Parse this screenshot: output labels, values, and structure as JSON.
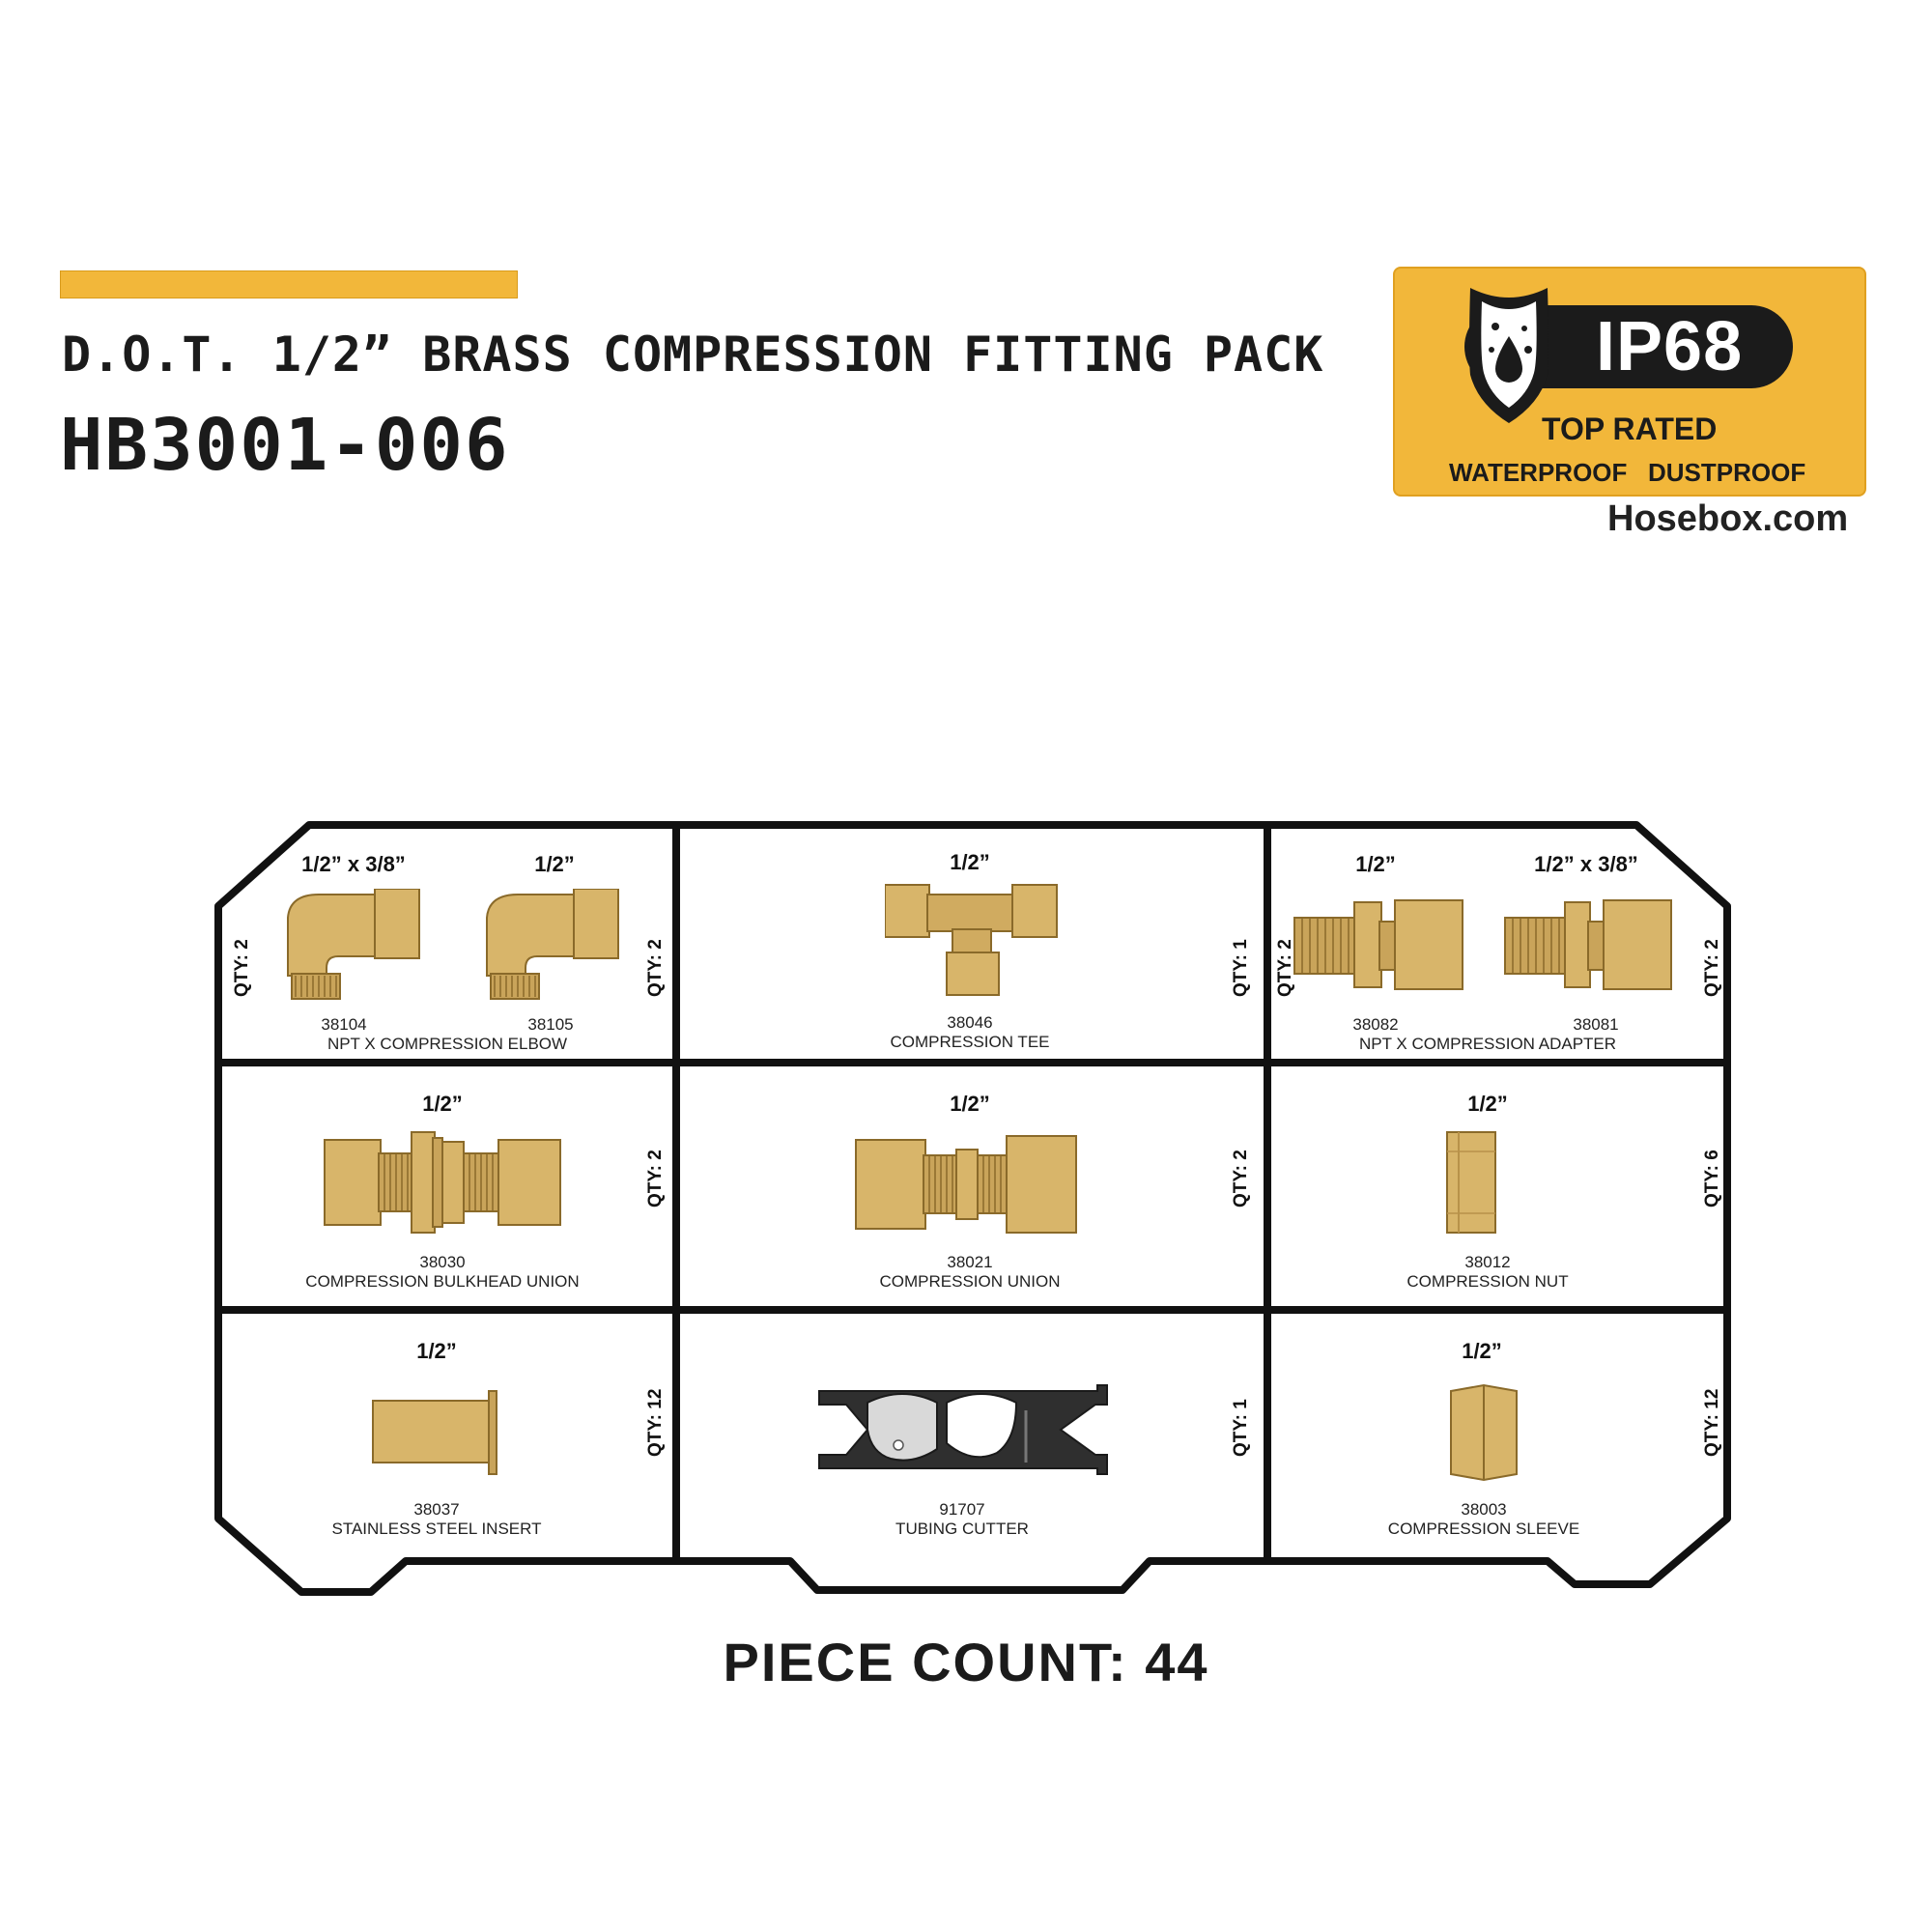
{
  "header": {
    "title": "D.O.T. 1/2” BRASS COMPRESSION FITTING PACK",
    "code": "HB3001-006"
  },
  "badge": {
    "rating": "IP68",
    "top_rated": "TOP RATED",
    "waterproof": "WATERPROOF",
    "dustproof": "DUSTPROOF",
    "website": "Hosebox.com"
  },
  "colors": {
    "accent": "#f2b73a",
    "brass": "#d8b56a",
    "tray": "#111111"
  },
  "cells": [
    {
      "items": [
        {
          "size": "1/2” x 3/8”",
          "part": "38104",
          "qty": "QTY: 2",
          "icon": "elbow-icon"
        },
        {
          "size": "1/2”",
          "part": "38105",
          "qty": "QTY: 2",
          "icon": "elbow-icon"
        }
      ],
      "name": "NPT X COMPRESSION ELBOW"
    },
    {
      "items": [
        {
          "size": "1/2”",
          "part": "38046",
          "qty": "QTY: 1",
          "icon": "tee-icon"
        }
      ],
      "name": "COMPRESSION TEE"
    },
    {
      "items": [
        {
          "size": "1/2”",
          "part": "38082",
          "qty": "QTY: 2",
          "icon": "adapter-icon"
        },
        {
          "size": "1/2” x 3/8”",
          "part": "38081",
          "qty": "QTY: 2",
          "icon": "adapter-icon"
        }
      ],
      "name": "NPT X COMPRESSION ADAPTER"
    },
    {
      "items": [
        {
          "size": "1/2”",
          "part": "38030",
          "qty": "QTY: 2",
          "icon": "bulkhead-union-icon"
        }
      ],
      "name": "COMPRESSION BULKHEAD UNION"
    },
    {
      "items": [
        {
          "size": "1/2”",
          "part": "38021",
          "qty": "QTY: 2",
          "icon": "union-icon"
        }
      ],
      "name": "COMPRESSION UNION"
    },
    {
      "items": [
        {
          "size": "1/2”",
          "part": "38012",
          "qty": "QTY: 6",
          "icon": "nut-icon"
        }
      ],
      "name": "COMPRESSION NUT"
    },
    {
      "items": [
        {
          "size": "1/2”",
          "part": "38037",
          "qty": "QTY: 12",
          "icon": "insert-icon"
        }
      ],
      "name": "STAINLESS STEEL INSERT"
    },
    {
      "items": [
        {
          "size": "",
          "part": "91707",
          "qty": "QTY: 1",
          "icon": "tubing-cutter-icon"
        }
      ],
      "name": "TUBING CUTTER"
    },
    {
      "items": [
        {
          "size": "1/2”",
          "part": "38003",
          "qty": "QTY: 12",
          "icon": "sleeve-icon"
        }
      ],
      "name": "COMPRESSION  SLEEVE"
    }
  ],
  "piece_count": "PIECE COUNT: 44"
}
